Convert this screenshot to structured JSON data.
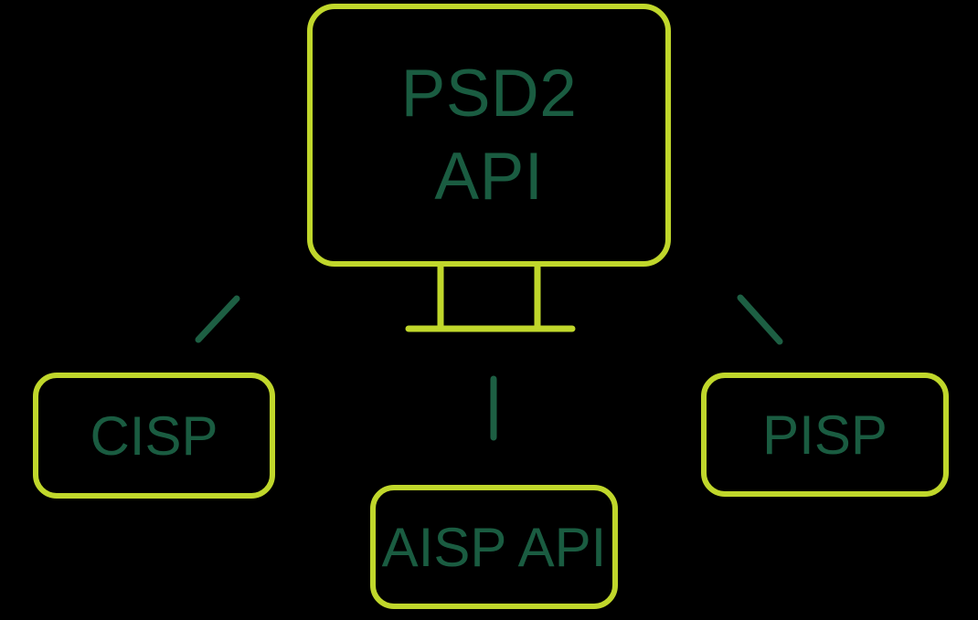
{
  "diagram": {
    "colors": {
      "background": "#000000",
      "accent": "#c0d72b",
      "label": "#1a5c41",
      "connector": "#1d5f43"
    },
    "nodes": {
      "psd2_api": {
        "icon": "monitor-icon",
        "line1": "PSD2",
        "line2": "API"
      },
      "cisp": {
        "label": "CISP"
      },
      "aisp_api": {
        "label": "AISP API"
      },
      "pisp": {
        "label": "PISP"
      }
    }
  }
}
